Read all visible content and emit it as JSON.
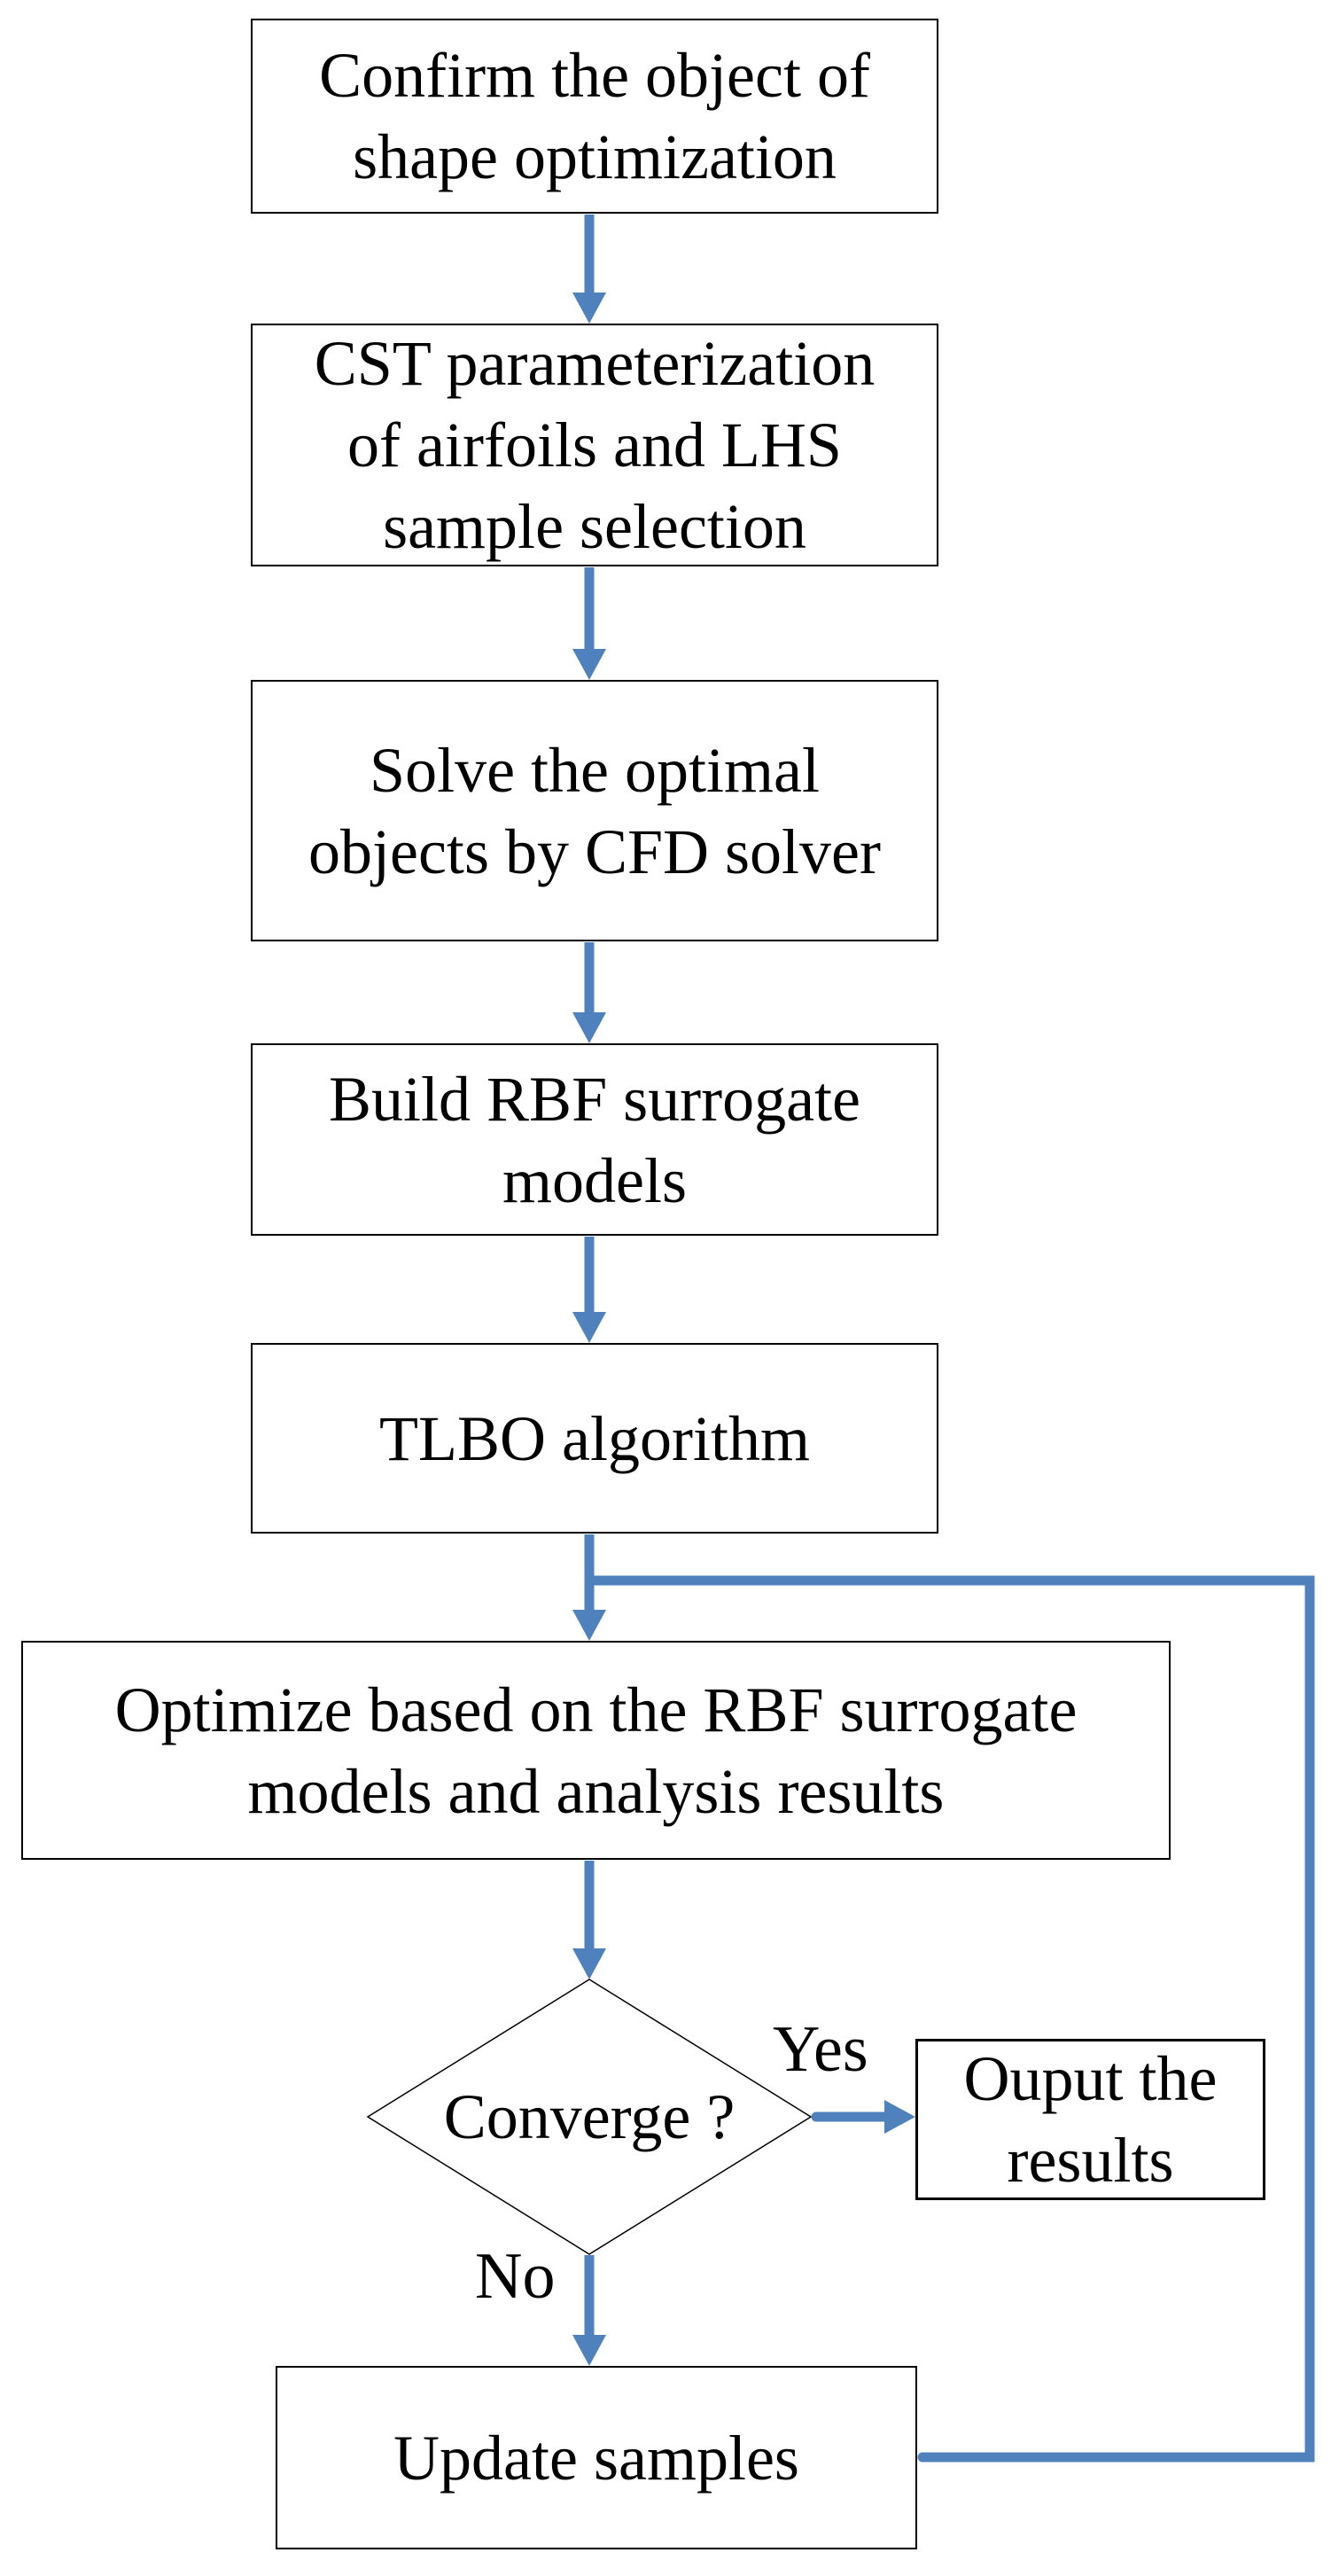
{
  "figure_type": "flowchart",
  "colors": {
    "accent": "#4F81BD",
    "border": "#000000",
    "bg": "#FFFFFF"
  },
  "nodes": {
    "confirm": {
      "label": "Confirm the object of\nshape optimization"
    },
    "cst": {
      "label": "CST parameterization\nof airfoils and LHS\nsample selection"
    },
    "solve": {
      "label": "Solve the optimal\nobjects by CFD solver"
    },
    "build": {
      "label": "Build RBF surrogate\nmodels"
    },
    "tlbo": {
      "label": "TLBO algorithm"
    },
    "optimize": {
      "label": "Optimize based on the RBF surrogate\nmodels and analysis results"
    },
    "converge": {
      "label": "Converge ?"
    },
    "output": {
      "label": "Ouput the\nresults"
    },
    "update": {
      "label": "Update samples"
    }
  },
  "edge_labels": {
    "yes": "Yes",
    "no": "No"
  }
}
